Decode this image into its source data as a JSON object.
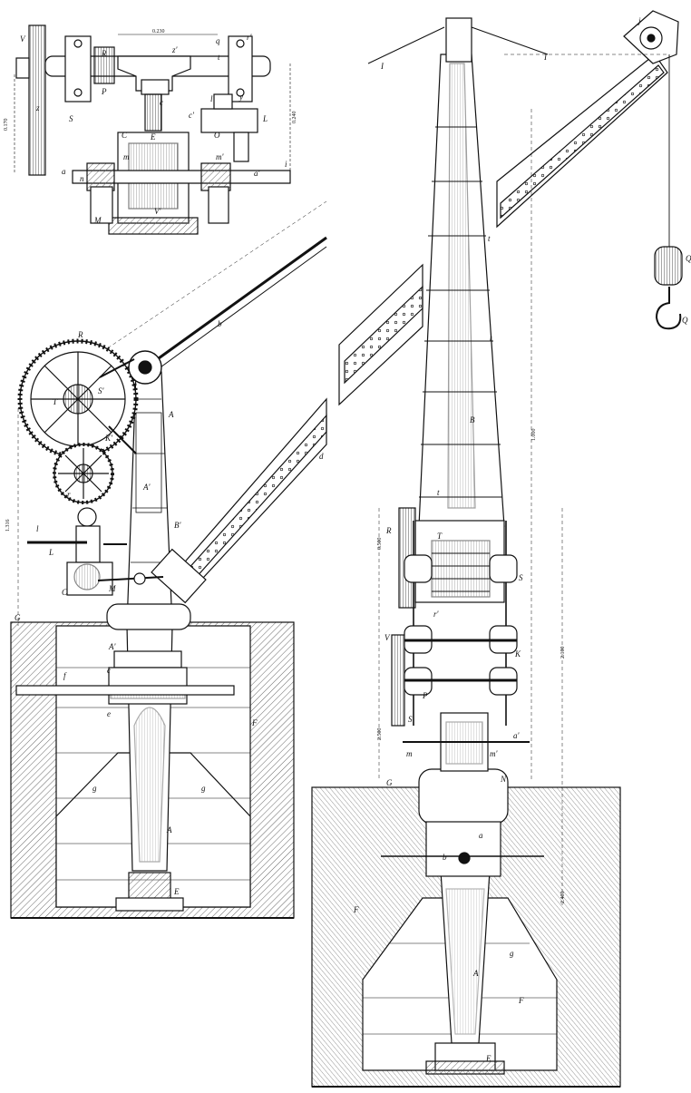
{
  "colors": {
    "ink": "#111111",
    "paper": "#ffffff",
    "hatch": "#555555"
  },
  "figures": [
    {
      "id": "gear-detail",
      "labels": [
        "V",
        "R",
        "P",
        "S",
        "C",
        "E",
        "O",
        "L",
        "M",
        "V'",
        "n",
        "a",
        "l",
        "m",
        "m'",
        "q",
        "a'",
        "i",
        "t",
        "c",
        "c'",
        "z",
        "z'",
        "y",
        "r'"
      ]
    },
    {
      "id": "side-elevation",
      "labels": [
        "R",
        "T",
        "A",
        "K'",
        "S'",
        "A'",
        "B'",
        "b",
        "d",
        "r",
        "l",
        "L",
        "C",
        "M",
        "G",
        "A'",
        "c",
        "e",
        "F",
        "A",
        "g",
        "g",
        "E",
        "f"
      ]
    },
    {
      "id": "front-elevation",
      "labels": [
        "I",
        "I",
        "B",
        "t",
        "t",
        "t",
        "T",
        "R",
        "S",
        "r'",
        "V",
        "K",
        "P",
        "S",
        "a'",
        "m",
        "m'",
        "G",
        "N",
        "b",
        "a",
        "F",
        "F",
        "A",
        "g",
        "E",
        "Q",
        "Q",
        "j"
      ]
    }
  ],
  "dimensions": [
    "1.000",
    "2.100",
    "2.400",
    "2.500",
    "1.316",
    "0.500",
    "0.170",
    "0.240",
    "0.230"
  ]
}
